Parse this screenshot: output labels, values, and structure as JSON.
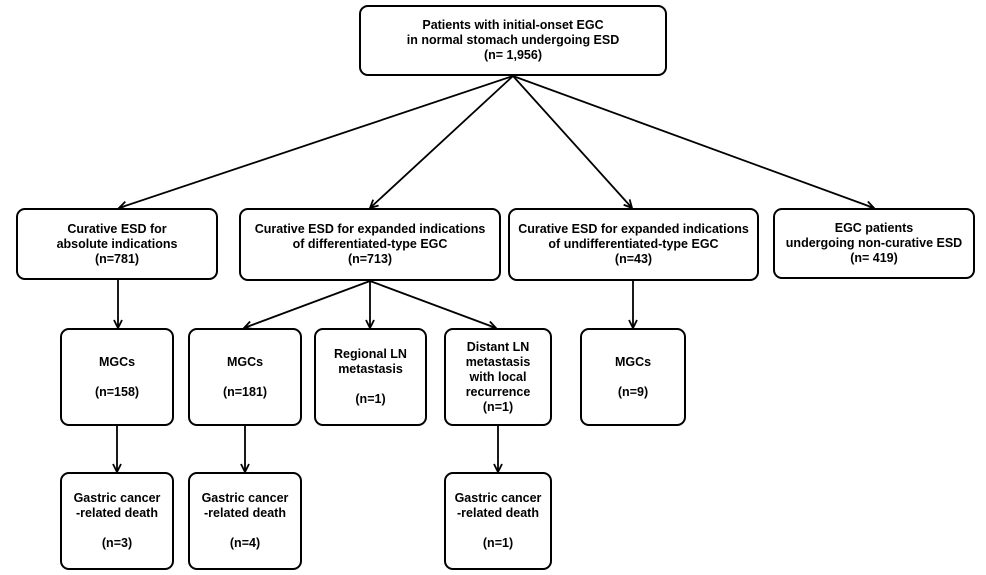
{
  "root": {
    "lines": [
      "Patients with initial-onset EGC",
      "in normal stomach  undergoing ESD"
    ],
    "n": "(n= 1,956)"
  },
  "level1": [
    {
      "lines": [
        "Curative ESD for",
        "absolute indications"
      ],
      "n": "(n=781)"
    },
    {
      "lines": [
        "Curative ESD for expanded indications",
        "of differentiated-type EGC"
      ],
      "n": "(n=713)"
    },
    {
      "lines": [
        "Curative ESD for expanded indications",
        "of undifferentiated-type EGC"
      ],
      "n": "(n=43)"
    },
    {
      "lines": [
        "EGC patients",
        "undergoing non-curative ESD"
      ],
      "n": "(n= 419)"
    }
  ],
  "level2": [
    {
      "lines": [
        "MGCs"
      ],
      "n": "(n=158)"
    },
    {
      "lines": [
        "MGCs"
      ],
      "n": "(n=181)"
    },
    {
      "lines": [
        "Regional LN",
        "metastasis"
      ],
      "n": "(n=1)"
    },
    {
      "lines": [
        "Distant  LN",
        "metastasis",
        "with local",
        "recurrence"
      ],
      "n": "(n=1)"
    },
    {
      "lines": [
        "MGCs"
      ],
      "n": "(n=9)"
    }
  ],
  "level3": [
    {
      "lines": [
        "Gastric cancer",
        "-related death"
      ],
      "n": "(n=3)"
    },
    {
      "lines": [
        "Gastric cancer",
        "-related death"
      ],
      "n": "(n=4)"
    },
    {
      "lines": [
        "Gastric cancer",
        "-related death"
      ],
      "n": "(n=1)"
    }
  ]
}
